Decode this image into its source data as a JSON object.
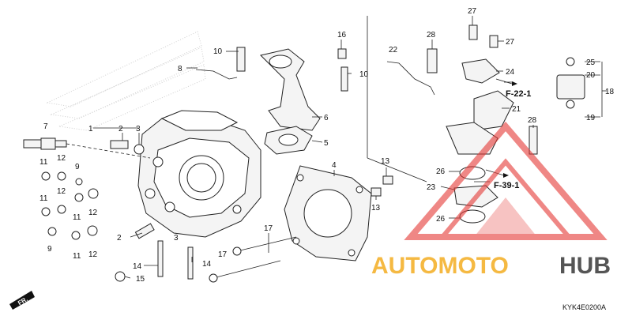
{
  "diagram": {
    "part_numbers": [
      "1",
      "2",
      "3",
      "4",
      "5",
      "6",
      "7",
      "8",
      "9",
      "10",
      "11",
      "12",
      "13",
      "14",
      "15",
      "16",
      "17",
      "18",
      "19",
      "20",
      "21",
      "22",
      "23",
      "24",
      "25",
      "26",
      "27",
      "28"
    ],
    "reference_labels": [
      "F-22-1",
      "F-39-1"
    ],
    "front_indicator": "FR.",
    "diagram_code": "KYK4E0200A"
  },
  "watermark": {
    "brand_part_a": "AUTOMOTO",
    "brand_part_b": "HUB",
    "colors": {
      "brand_orange": "#f5b942",
      "brand_gray": "#555555",
      "triangle_red": "#e53935"
    }
  }
}
